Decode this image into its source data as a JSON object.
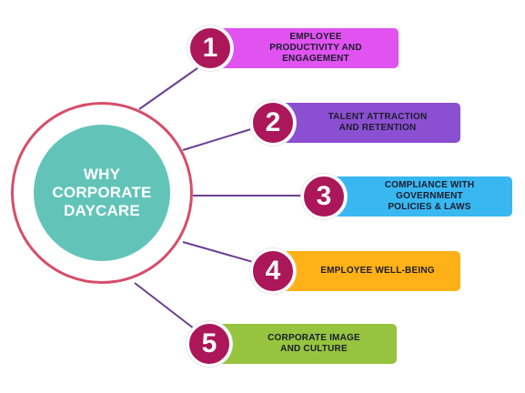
{
  "hub": {
    "title": "WHY\nCORPORATE\nDAYCARE",
    "ring_color": "#d64d6a",
    "fill_color": "#62c4b8"
  },
  "connector_color": "#6a3f8f",
  "badge_color": "#ab1759",
  "items": [
    {
      "number": "1",
      "label": "EMPLOYEE\nPRODUCTIVITY AND\nENGAGEMENT",
      "color": "#e053f0"
    },
    {
      "number": "2",
      "label": "TALENT ATTRACTION\nAND RETENTION",
      "color": "#8b4fd1"
    },
    {
      "number": "3",
      "label": "COMPLIANCE WITH\nGOVERNMENT\nPOLICIES & LAWS",
      "color": "#39b7f0"
    },
    {
      "number": "4",
      "label": "EMPLOYEE WELL-BEING",
      "color": "#ffb117"
    },
    {
      "number": "5",
      "label": "CORPORATE IMAGE\nAND CULTURE",
      "color": "#96c43f"
    }
  ]
}
